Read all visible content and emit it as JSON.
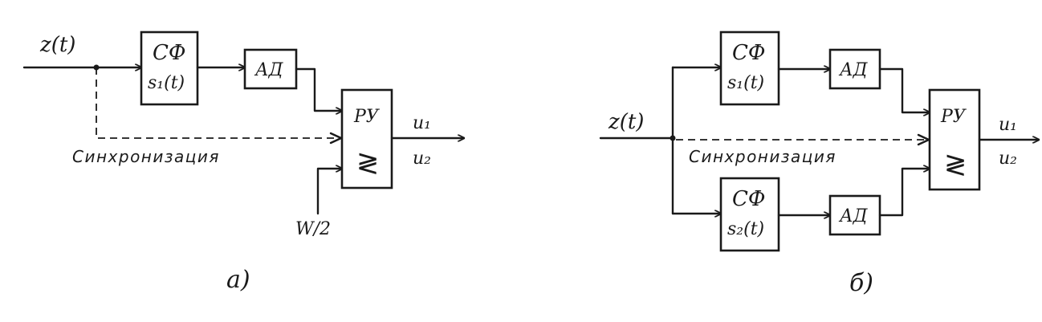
{
  "diagram_a": {
    "input": "z(t)",
    "filter_label": "СФ",
    "filter_signal": "s₁(t)",
    "detector": "АД",
    "decision_label": "РУ",
    "compare_symbol": "≷",
    "out1": "u₁",
    "out2": "u₂",
    "sync": "Синхронизация",
    "threshold": "W/2",
    "caption": "а)"
  },
  "diagram_b": {
    "input": "z(t)",
    "filter1_label": "СФ",
    "filter1_signal": "s₁(t)",
    "filter2_label": "СФ",
    "filter2_signal": "s₂(t)",
    "detector1": "АД",
    "detector2": "АД",
    "decision_label": "РУ",
    "compare_symbol": "≷",
    "out1": "u₁",
    "out2": "u₂",
    "sync": "Синхронизация",
    "caption": "б)"
  }
}
